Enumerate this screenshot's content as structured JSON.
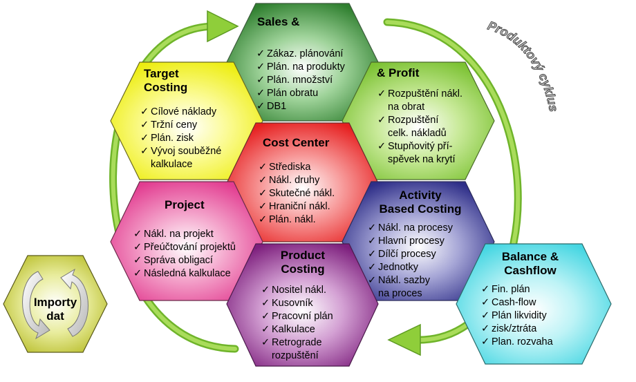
{
  "colors": {
    "sales": "#3a8c3a",
    "profit": "#8dcc3f",
    "target": "#f2f21a",
    "cost": "#ee2a2a",
    "project": "#e8479b",
    "activity": "#3d3d96",
    "product": "#8a2a8a",
    "balance": "#5de0ea",
    "import": "#c3c83a",
    "arrow": "#8fce3a"
  },
  "check_symbol": "✓",
  "hexes": [
    {
      "id": "sales",
      "title": "Sales &",
      "items": [
        "Zákaz. plánování",
        "Plán. na produkty",
        "Plán. množství",
        "Plán obratu",
        "DB1"
      ]
    },
    {
      "id": "profit",
      "title": "& Profit",
      "items": [
        "Rozpuštění  nákl.\nna obrat",
        "Rozpuštění\ncelk. nákladů",
        "Stupňovitý  pří-\nspěvek na krytí"
      ]
    },
    {
      "id": "target",
      "title": "Target\nCosting",
      "items": [
        "Cílové náklady",
        "Tržní  ceny",
        "Plán. zisk",
        "Vývoj souběžné\nkalkulace"
      ]
    },
    {
      "id": "cost",
      "title": "Cost Center",
      "items": [
        "Střediska",
        "Nákl. druhy",
        "Skutečné nákl.",
        "Hraniční  nákl.",
        "Plán. nákl."
      ]
    },
    {
      "id": "project",
      "title": "Project",
      "items": [
        "Nákl. na projekt",
        "Přeúčtování  projektů",
        "Správa obligací",
        "Následná kalkulace"
      ]
    },
    {
      "id": "activity",
      "title": "Activity\nBased Costing",
      "items": [
        "Nákl. na procesy",
        "Hlavní  procesy",
        "Dílčí  procesy",
        "Jednotky",
        "Nákl. sazby\nna proces"
      ]
    },
    {
      "id": "product",
      "title": "Product\nCosting",
      "items": [
        "Nositel nákl.",
        "Kusovník",
        "Pracovní plán",
        "Kalkulace",
        "Retrograde\nrozpuštění"
      ]
    },
    {
      "id": "balance",
      "title": "Balance &\nCashflow",
      "items": [
        "Fin. plán",
        "Cash-flow",
        "Plán likvidity",
        "zisk/ztráta",
        "Plan.  rozvaha"
      ]
    }
  ],
  "import_hex": {
    "title": "Importy\ndat"
  },
  "cycle_label": "Produktový cyklus"
}
